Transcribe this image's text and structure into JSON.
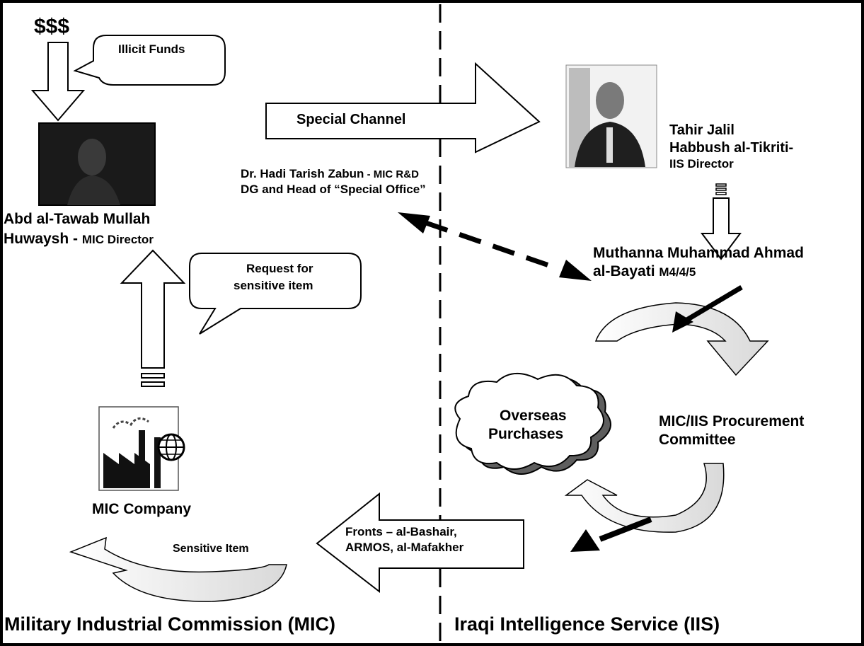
{
  "money_label": "$$$",
  "callouts": {
    "illicit_funds": "Illicit Funds",
    "request_line1": "Request for",
    "request_line2": "sensitive item",
    "overseas_line1": "Overseas",
    "overseas_line2": "Purchases"
  },
  "arrows": {
    "special_channel": "Special Channel",
    "fronts_line1": "Fronts – al-Bashair,",
    "fronts_line2": "ARMOS, al-Mafakher",
    "sensitive_item": "Sensitive Item"
  },
  "people": {
    "huwaysh_line1": "Abd al-Tawab Mullah",
    "huwaysh_name2": "Huwaysh - ",
    "huwaysh_role": "MIC Director",
    "zabun_name": "Dr. Hadi Tarish Zabun",
    "zabun_role": " - MIC R&D",
    "zabun_line2": "DG and Head of “Special Office”",
    "habbush_line1": "Tahir Jalil",
    "habbush_line2": "Habbush al-Tikriti-",
    "habbush_line3": "IIS Director",
    "bayati_line1": "Muthanna Muhammad Ahmad",
    "bayati_name2": "al-Bayati ",
    "bayati_code": "M4/4/5"
  },
  "entities": {
    "mic_company": "MIC Company",
    "committee_line1": "MIC/IIS Procurement",
    "committee_line2": "Committee"
  },
  "footer": {
    "left": "Military Industrial Commission (MIC)",
    "right": "Iraqi Intelligence Service (IIS)"
  }
}
